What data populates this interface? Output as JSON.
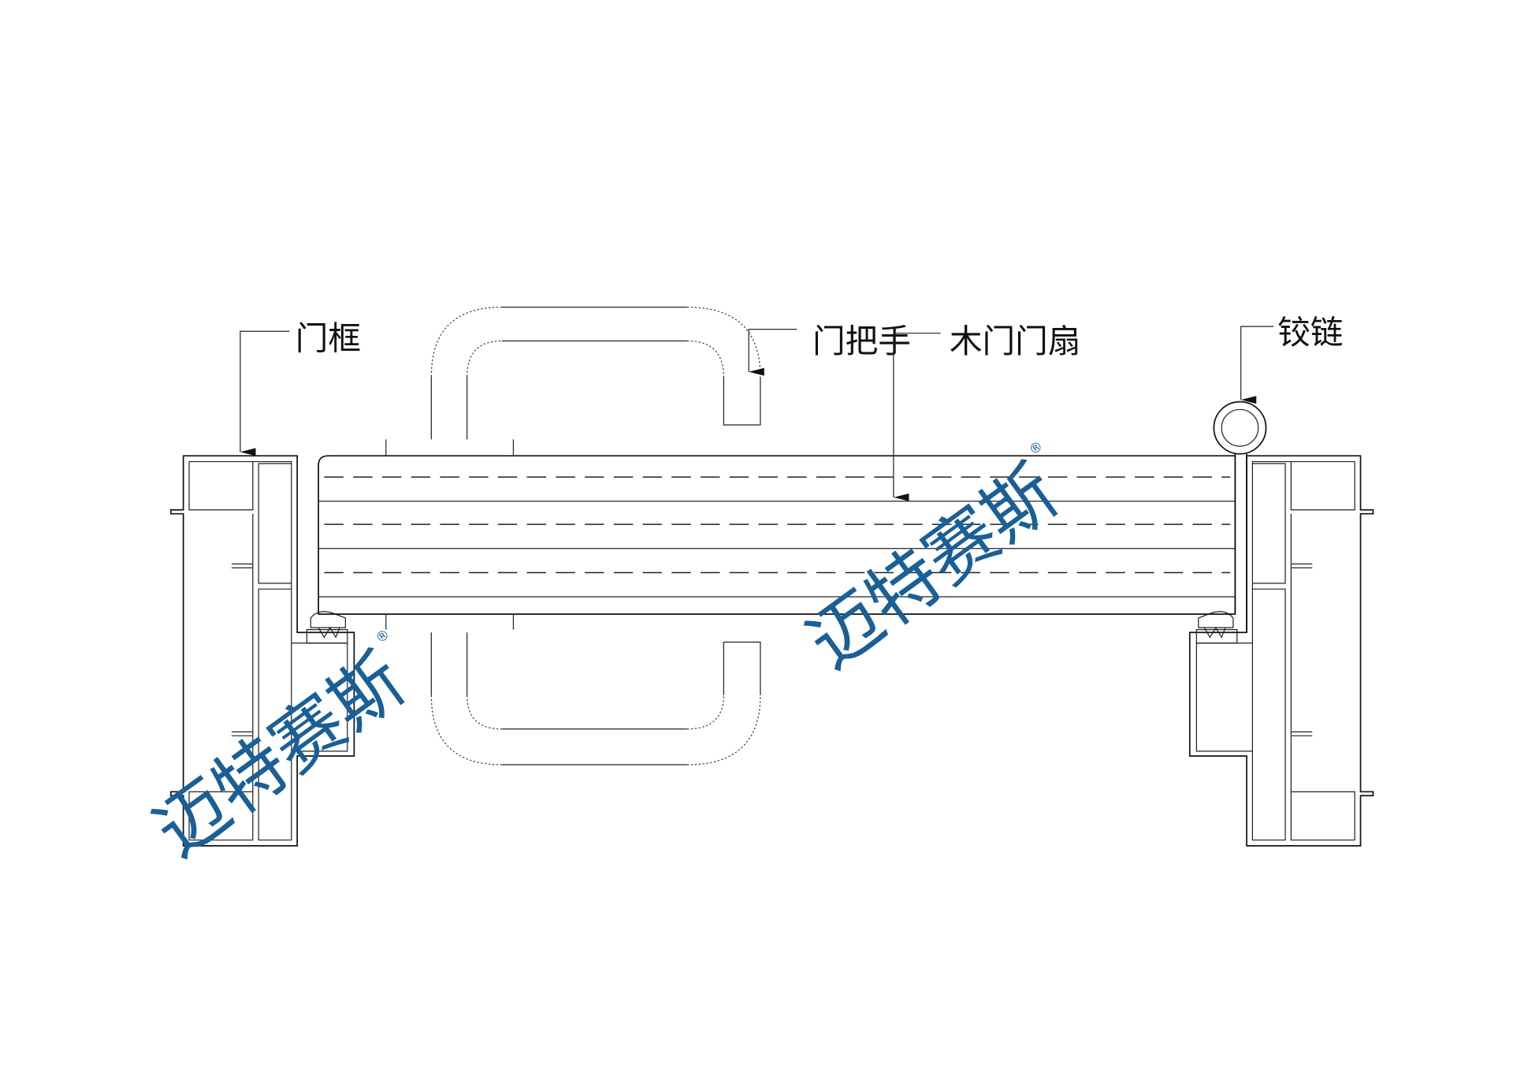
{
  "labels": {
    "frame": "门框",
    "handle": "门把手",
    "leaf": "木门门扇",
    "hinge": "铰链"
  },
  "watermark": {
    "text": "迈特赛斯",
    "registered": "®",
    "color": "#1a5f96"
  }
}
